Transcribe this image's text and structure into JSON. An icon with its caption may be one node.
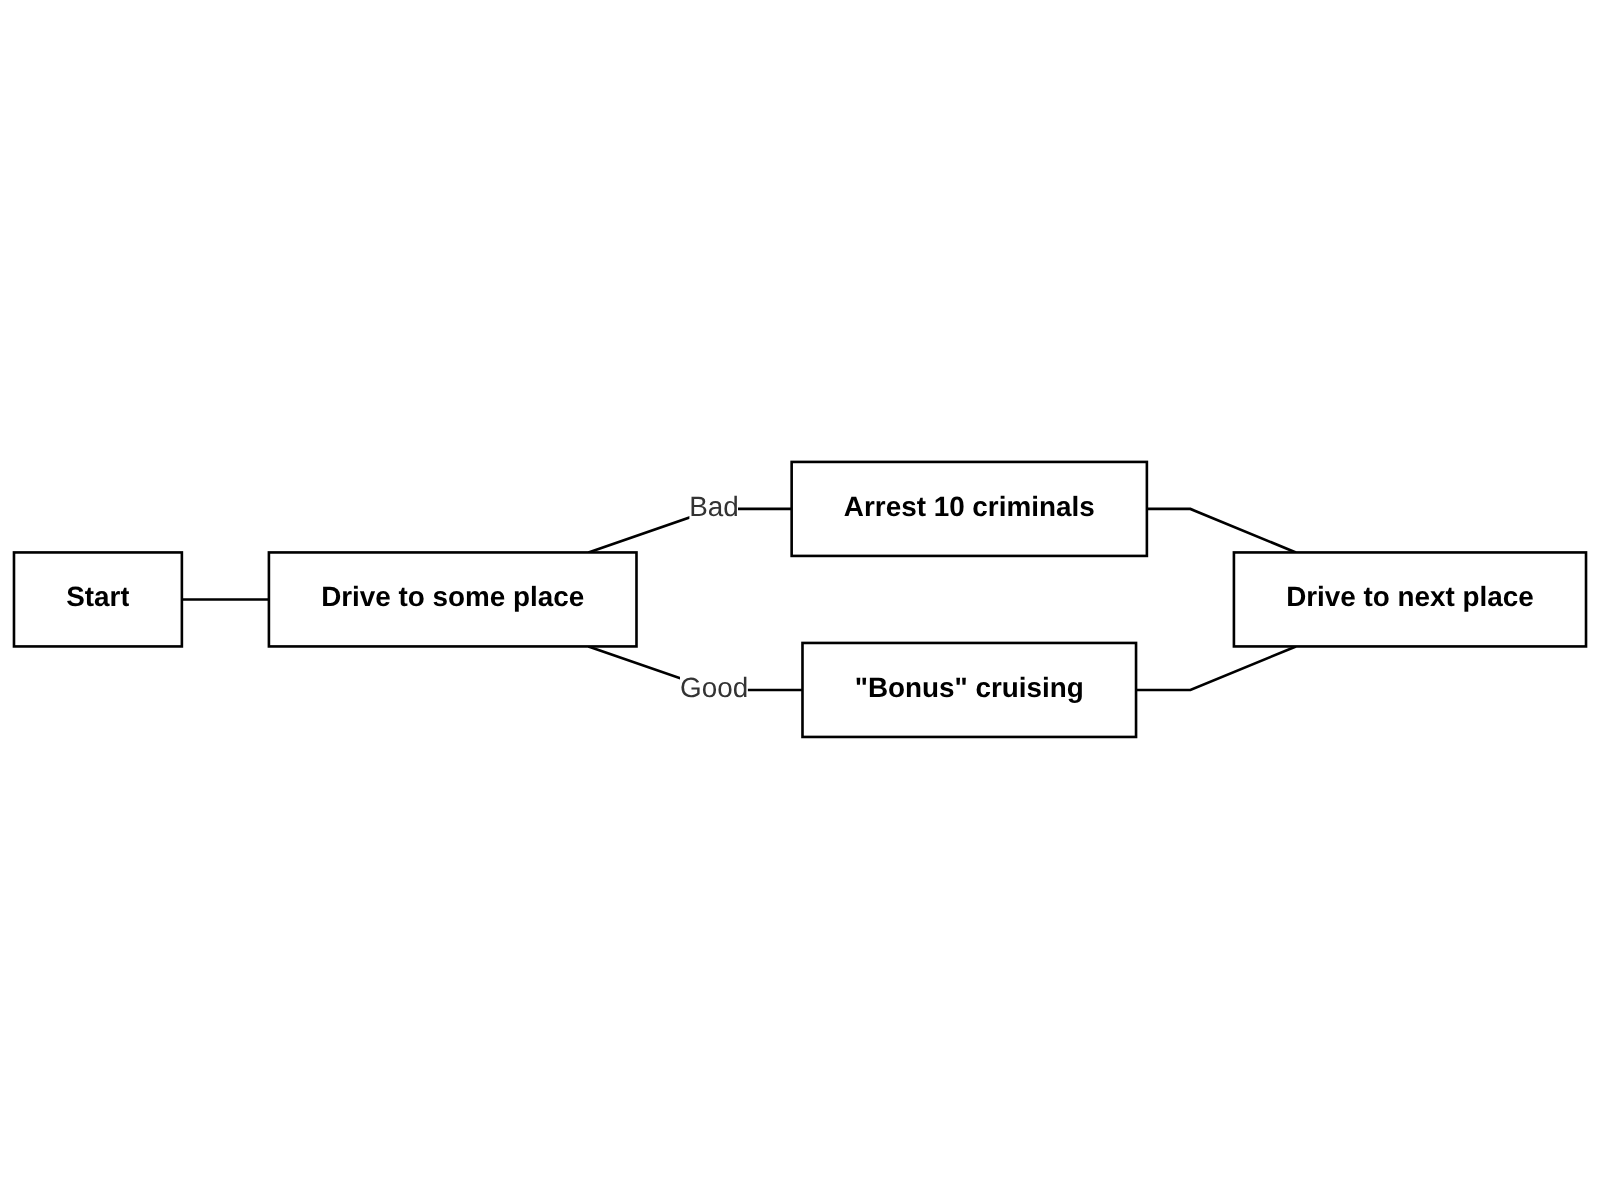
{
  "diagram": {
    "nodes": [
      {
        "text": [
          "Start"
        ]
      },
      {
        "text": [
          "Drive to some place"
        ]
      },
      {
        "text": [
          "\"Bonus\" cruising"
        ]
      },
      {
        "text": [
          "Arrest 10 criminals"
        ]
      },
      {
        "text": [
          "Drive to next place"
        ]
      }
    ],
    "edges": [
      {
        "from": 0,
        "to": 1,
        "arrow": "none"
      },
      {
        "from": 1,
        "to": 2,
        "arrow": "none",
        "label": "Good"
      },
      {
        "from": 1,
        "to": 3,
        "arrow": "none",
        "label": "Bad"
      },
      {
        "from": 3,
        "to": 4,
        "arrow": "none"
      },
      {
        "from": 2,
        "to": 4,
        "arrow": "none"
      }
    ]
  }
}
